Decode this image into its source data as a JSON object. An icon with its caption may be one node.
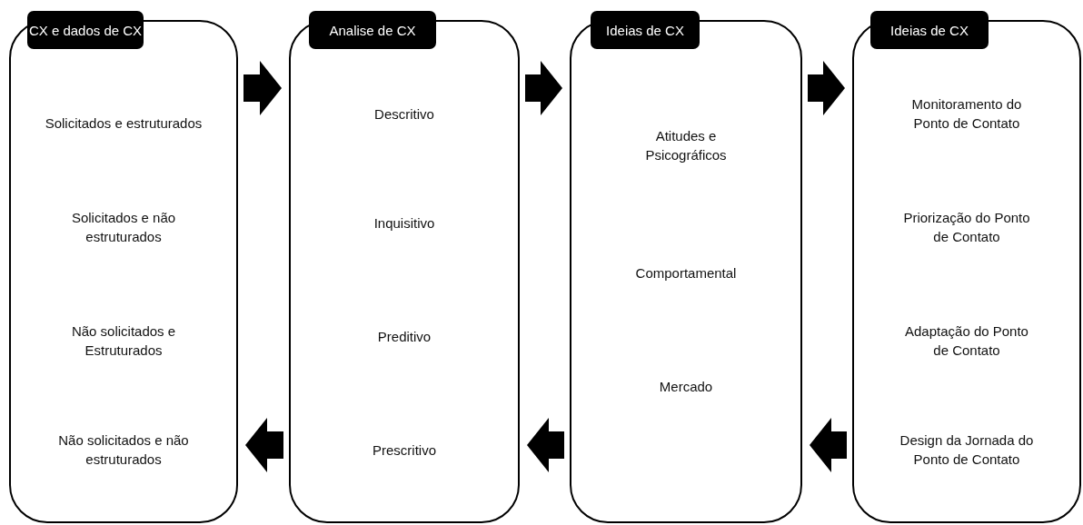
{
  "diagram": {
    "nodes": [
      {
        "text": [
          "CX e dados de CX",
          "Solicitados e estruturados",
          "Solicitados e não estruturados",
          "Não solicitados e Estruturados",
          "Não solicitados e não estruturados"
        ]
      },
      {
        "text": [
          "Analise de CX",
          "Descritivo",
          "Inquisitivo",
          "Preditivo",
          "Prescritivo"
        ]
      },
      {
        "text": [
          "Ideias de CX",
          "Atitudes e Psicográficos",
          "Comportamental",
          "Mercado"
        ]
      },
      {
        "text": [
          "Ideias de CX",
          "Monitoramento do Ponto de Contato",
          "Priorização do Ponto de Contato",
          "Adaptação do Ponto de Contato",
          "Design da Jornada do Ponto de Contato"
        ]
      }
    ],
    "edges": [
      {
        "from": 0,
        "to": 1,
        "arrow": "to"
      },
      {
        "from": 1,
        "to": 2,
        "arrow": "to"
      },
      {
        "from": 2,
        "to": 3,
        "arrow": "to"
      },
      {
        "from": 3,
        "to": 2,
        "arrow": "to"
      },
      {
        "from": 2,
        "to": 1,
        "arrow": "to"
      },
      {
        "from": 1,
        "to": 0,
        "arrow": "to"
      }
    ]
  }
}
